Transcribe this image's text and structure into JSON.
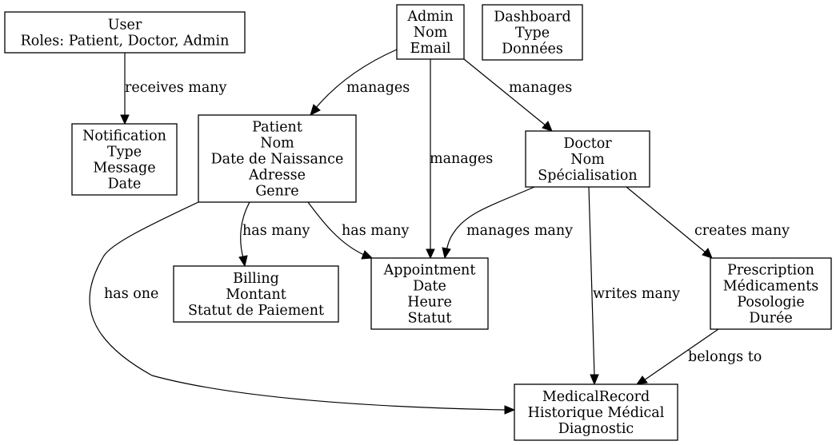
{
  "nodes": {
    "user": {
      "lines": [
        "User",
        "Roles: Patient, Doctor, Admin"
      ]
    },
    "admin": {
      "lines": [
        "Admin",
        "Nom",
        "Email"
      ]
    },
    "dashboard": {
      "lines": [
        "Dashboard",
        "Type",
        "Données"
      ]
    },
    "notification": {
      "lines": [
        "Notification",
        "Type",
        "Message",
        "Date"
      ]
    },
    "patient": {
      "lines": [
        "Patient",
        "Nom",
        "Date de Naissance",
        "Adresse",
        "Genre"
      ]
    },
    "doctor": {
      "lines": [
        "Doctor",
        "Nom",
        "Spécialisation"
      ]
    },
    "billing": {
      "lines": [
        "Billing",
        "Montant",
        "Statut de Paiement"
      ]
    },
    "appointment": {
      "lines": [
        "Appointment",
        "Date",
        "Heure",
        "Statut"
      ]
    },
    "prescription": {
      "lines": [
        "Prescription",
        "Médicaments",
        "Posologie",
        "Durée"
      ]
    },
    "medical_record": {
      "lines": [
        "MedicalRecord",
        "Historique Médical",
        "Diagnostic"
      ]
    }
  },
  "edges": [
    {
      "id": "user-notification",
      "from": "user",
      "to": "notification",
      "label": "receives many"
    },
    {
      "id": "admin-patient",
      "from": "admin",
      "to": "patient",
      "label": "manages"
    },
    {
      "id": "admin-appointment",
      "from": "admin",
      "to": "appointment",
      "label": "manages"
    },
    {
      "id": "admin-doctor",
      "from": "admin",
      "to": "doctor",
      "label": "manages"
    },
    {
      "id": "patient-billing",
      "from": "patient",
      "to": "billing",
      "label": "has many"
    },
    {
      "id": "patient-appointment",
      "from": "patient",
      "to": "appointment",
      "label": "has many"
    },
    {
      "id": "patient-medicalrecord",
      "from": "patient",
      "to": "medical_record",
      "label": "has one"
    },
    {
      "id": "doctor-appointment",
      "from": "doctor",
      "to": "appointment",
      "label": "manages many"
    },
    {
      "id": "doctor-medicalrecord",
      "from": "doctor",
      "to": "medical_record",
      "label": "writes many"
    },
    {
      "id": "doctor-prescription",
      "from": "doctor",
      "to": "prescription",
      "label": "creates many"
    },
    {
      "id": "prescription-medicalrecord",
      "from": "prescription",
      "to": "medical_record",
      "label": "belongs to"
    }
  ]
}
